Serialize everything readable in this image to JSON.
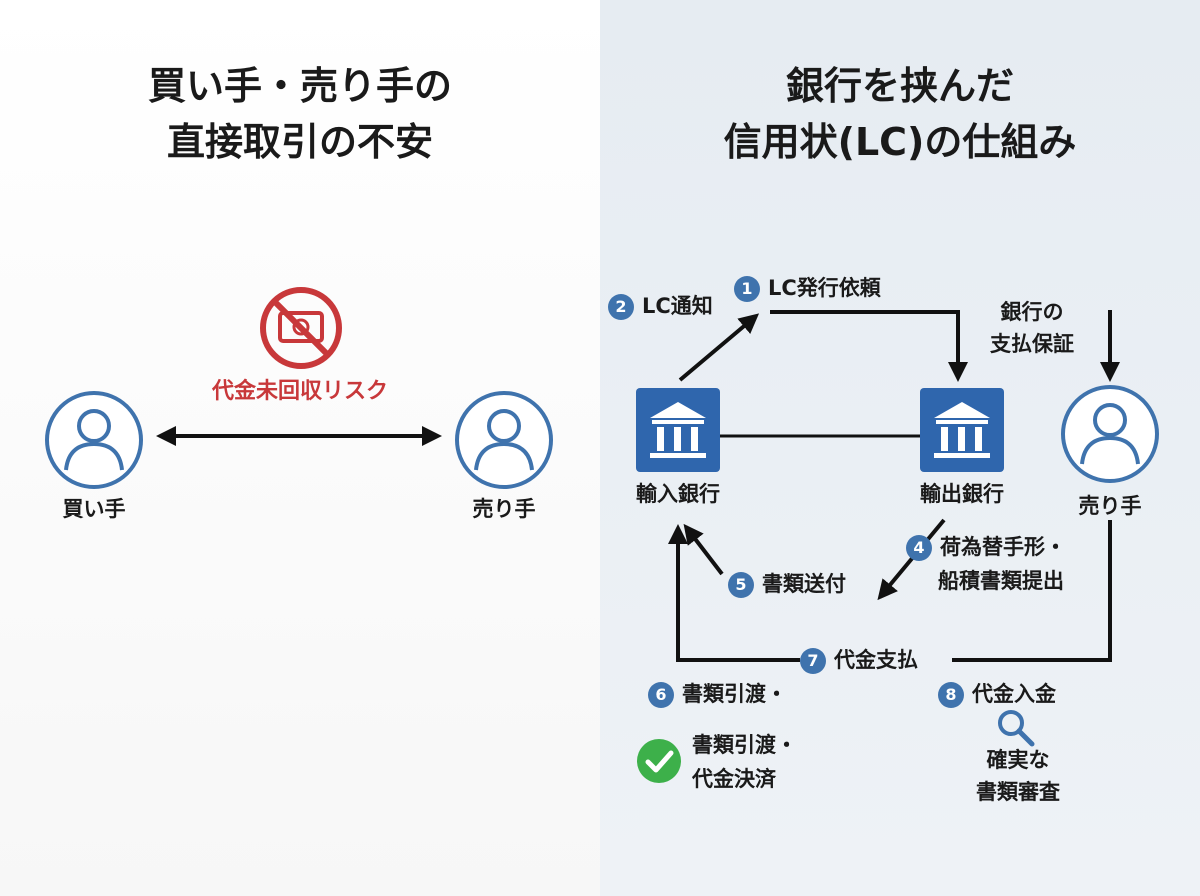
{
  "left": {
    "title_line1": "買い手・売り手の",
    "title_line2": "直接取引の不安",
    "risk_label": "代金未回収リスク",
    "buyer_label": "買い手",
    "seller_label": "売り手"
  },
  "right": {
    "title_line1": "銀行を挟んだ",
    "title_line2": "信用状(LC)の仕組み",
    "import_bank_label": "輸入銀行",
    "export_bank_label": "輸出銀行",
    "seller_label": "売り手",
    "guarantee_line1": "銀行の",
    "guarantee_line2": "支払保証",
    "steps": [
      {
        "num": "1",
        "label": "LC発行依頼"
      },
      {
        "num": "2",
        "label": "LC通知"
      },
      {
        "num": "4",
        "label": "荷為替手形・",
        "label2": "船積書類提出"
      },
      {
        "num": "5",
        "label": "書類送付"
      },
      {
        "num": "6",
        "label": "書類引渡・"
      },
      {
        "num": "7",
        "label": "代金支払"
      },
      {
        "num": "8",
        "label": "代金入金"
      }
    ],
    "settle_line1": "書類引渡・",
    "settle_line2": "代金決済",
    "review_line1": "確実な",
    "review_line2": "書類審査"
  },
  "colors": {
    "accent_blue": "#3f73ad",
    "bank_blue": "#2f66ad",
    "risk_red": "#c8383a",
    "check_green": "#3db04a"
  }
}
